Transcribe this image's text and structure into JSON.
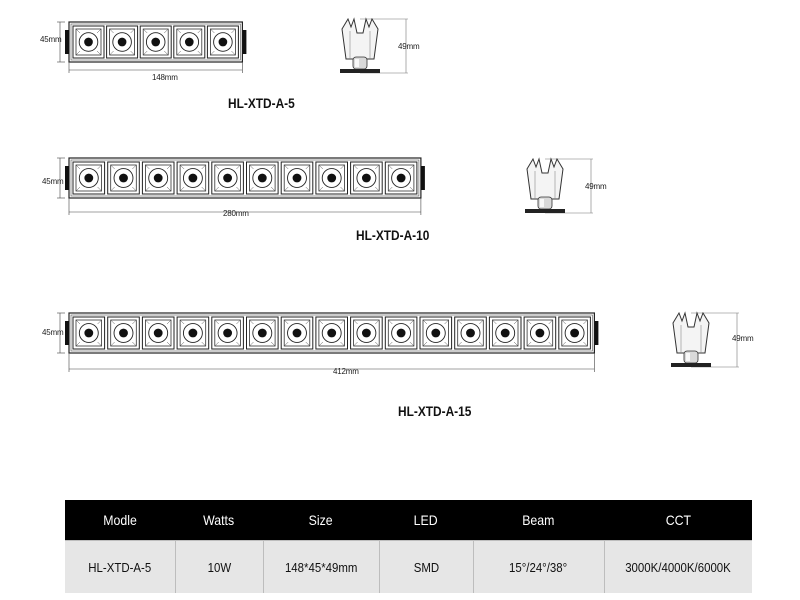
{
  "products": [
    {
      "model": "HL-XTD-A-5",
      "cells": 5,
      "width_label": "148mm",
      "height_label": "45mm",
      "depth_label": "49mm"
    },
    {
      "model": "HL-XTD-A-10",
      "cells": 10,
      "width_label": "280mm",
      "height_label": "45mm",
      "depth_label": "49mm"
    },
    {
      "model": "HL-XTD-A-15",
      "cells": 15,
      "width_label": "412mm",
      "height_label": "45mm",
      "depth_label": "49mm"
    }
  ],
  "table": {
    "headers": [
      "Modle",
      "Watts",
      "Size",
      "LED",
      "Beam",
      "CCT"
    ],
    "rows": [
      [
        "HL-XTD-A-5",
        "10W",
        "148*45*49mm",
        "SMD",
        "15°/24°/38°",
        "3000K/4000K/6000K"
      ]
    ]
  }
}
